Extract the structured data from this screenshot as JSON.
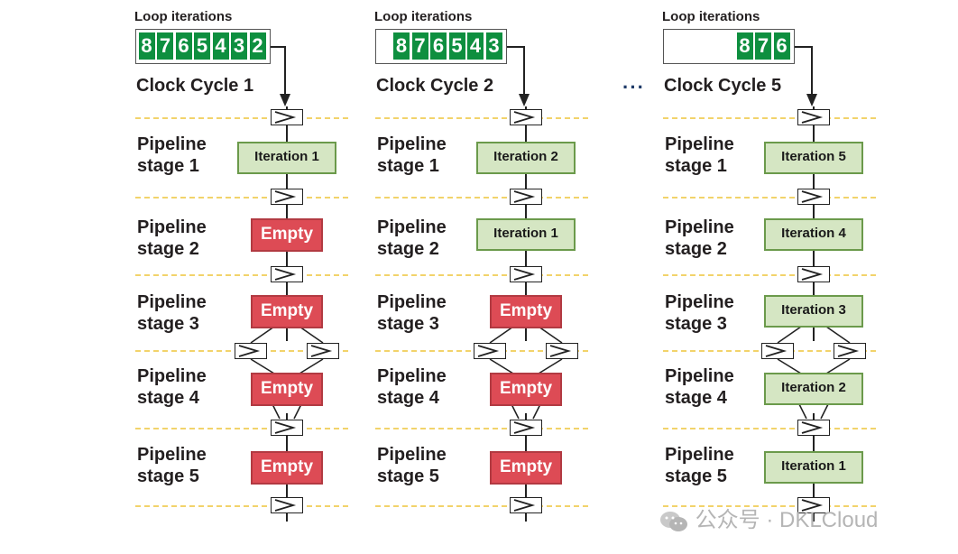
{
  "panels": [
    {
      "loop_label": "Loop iterations",
      "queue": [
        "8",
        "7",
        "6",
        "5",
        "4",
        "3",
        "2"
      ],
      "clock_label": "Clock Cycle 1",
      "stages": [
        {
          "l1": "Pipeline",
          "l2": "stage 1",
          "kind": "iter",
          "text": "Iteration 1"
        },
        {
          "l1": "Pipeline",
          "l2": "stage 2",
          "kind": "empty",
          "text": "Empty"
        },
        {
          "l1": "Pipeline",
          "l2": "stage 3",
          "kind": "empty",
          "text": "Empty"
        },
        {
          "l1": "Pipeline",
          "l2": "stage 4",
          "kind": "empty",
          "text": "Empty"
        },
        {
          "l1": "Pipeline",
          "l2": "stage 5",
          "kind": "empty",
          "text": "Empty"
        }
      ]
    },
    {
      "loop_label": "Loop iterations",
      "queue": [
        "8",
        "7",
        "6",
        "5",
        "4",
        "3"
      ],
      "clock_label": "Clock Cycle 2",
      "stages": [
        {
          "l1": "Pipeline",
          "l2": "stage 1",
          "kind": "iter",
          "text": "Iteration 2"
        },
        {
          "l1": "Pipeline",
          "l2": "stage 2",
          "kind": "iter",
          "text": "Iteration 1"
        },
        {
          "l1": "Pipeline",
          "l2": "stage 3",
          "kind": "empty",
          "text": "Empty"
        },
        {
          "l1": "Pipeline",
          "l2": "stage 4",
          "kind": "empty",
          "text": "Empty"
        },
        {
          "l1": "Pipeline",
          "l2": "stage 5",
          "kind": "empty",
          "text": "Empty"
        }
      ]
    },
    {
      "loop_label": "Loop iterations",
      "queue": [
        "8",
        "7",
        "6"
      ],
      "clock_label": "Clock Cycle 5",
      "stages": [
        {
          "l1": "Pipeline",
          "l2": "stage 1",
          "kind": "iter",
          "text": "Iteration 5"
        },
        {
          "l1": "Pipeline",
          "l2": "stage 2",
          "kind": "iter",
          "text": "Iteration 4"
        },
        {
          "l1": "Pipeline",
          "l2": "stage 3",
          "kind": "iter",
          "text": "Iteration 3"
        },
        {
          "l1": "Pipeline",
          "l2": "stage 4",
          "kind": "iter",
          "text": "Iteration 2"
        },
        {
          "l1": "Pipeline",
          "l2": "stage 5",
          "kind": "iter",
          "text": "Iteration 1"
        }
      ]
    }
  ],
  "ellipsis": "···",
  "watermark": "公众号 · DKLCloud",
  "colors": {
    "iteration_fill": "#d5e6c3",
    "empty_fill": "#dd4b55",
    "queue_green": "#0e8f3f",
    "dash": "#f2d36b"
  }
}
